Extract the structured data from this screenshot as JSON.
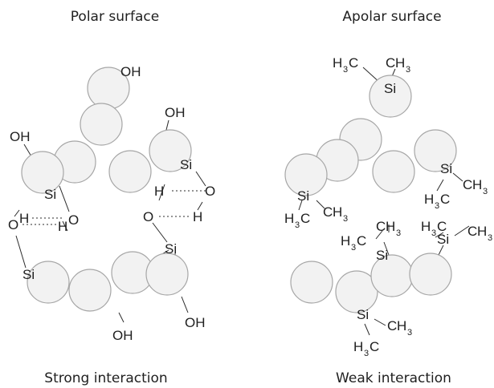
{
  "titles": {
    "left_top": "Polar surface",
    "right_top": "Apolar surface",
    "left_bottom": "Strong interaction",
    "right_bottom": "Weak interaction"
  },
  "atoms": {
    "oh": "OH",
    "si": "Si",
    "o": "O",
    "h": "H",
    "c": "C",
    "h3": "H",
    "three": "3"
  }
}
